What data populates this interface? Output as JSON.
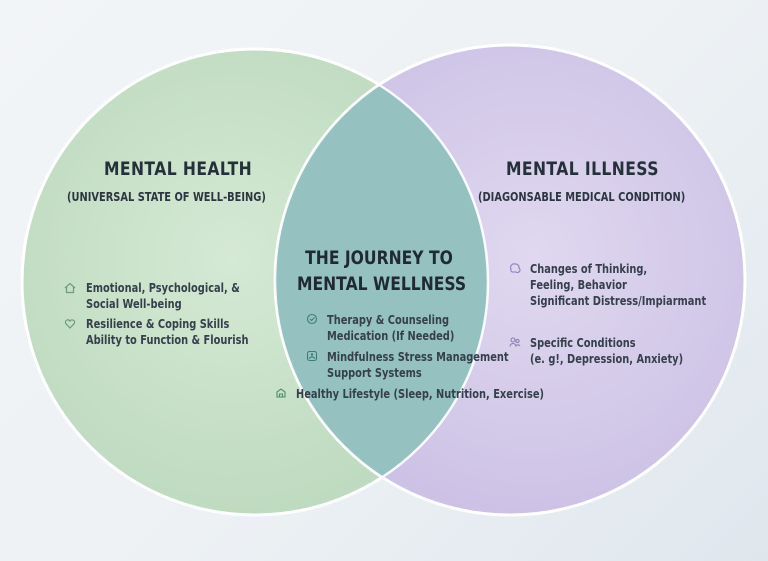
{
  "colors": {
    "left_circle": "#c7e0c8",
    "right_circle": "#d6cdea",
    "overlap": "#9ec6c4"
  },
  "left": {
    "title": "MENTAL HEALTH",
    "subtitle": "(UNIVERSAL STATE OF WELL-BEING)",
    "items": [
      {
        "icon": "house-icon",
        "lines": [
          "Emotional, Psychological, &",
          "Social Well-being"
        ]
      },
      {
        "icon": "heart-hand-icon",
        "lines": [
          "Resilience & Coping Skills",
          "Ability to Function & Flourish"
        ]
      }
    ]
  },
  "right": {
    "title": "MENTAL ILLNESS",
    "subtitle": "(DIAGONSABLE MEDICAL CONDITION)",
    "items": [
      {
        "icon": "brain-icon",
        "lines": [
          "Changes of Thinking,",
          "Feeling, Behavior",
          "Significant Distress/Impiarmant"
        ]
      },
      {
        "icon": "people-icon",
        "lines": [
          "Specific Conditions",
          "(e. g!, Depression, Anxiety)"
        ]
      }
    ]
  },
  "center": {
    "title_lines": [
      "THE JOURNEY TO",
      "MENTAL WELLNESS"
    ],
    "items": [
      {
        "icon": "therapy-icon",
        "lines": [
          "Therapy & Counseling",
          "Medication (If Needed)"
        ]
      },
      {
        "icon": "meditation-icon",
        "lines": [
          "Mindfulness Stress Management",
          "Support Systems"
        ]
      },
      {
        "icon": "lifestyle-icon",
        "lines": [
          "Healthy Lifestyle (Sleep, Nutrition, Exercise)"
        ]
      }
    ]
  }
}
